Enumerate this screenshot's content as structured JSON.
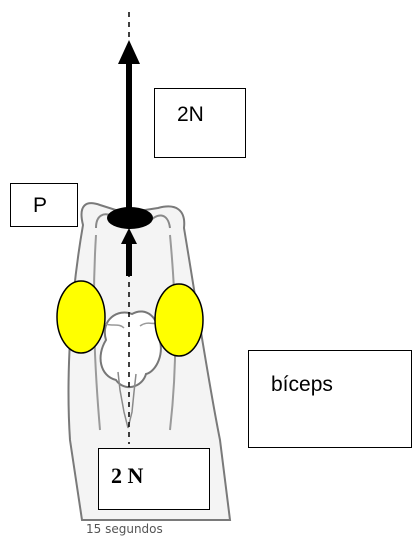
{
  "labels": {
    "force_top": "2N",
    "point": "P",
    "muscle": "bíceps",
    "force_bottom": "2 N"
  },
  "caption": "15 segundos",
  "colors": {
    "muscle_fill": "#ffff00",
    "outline": "#000000",
    "arm_fill": "#f2f2f2",
    "arm_stroke": "#7a7a7a"
  }
}
